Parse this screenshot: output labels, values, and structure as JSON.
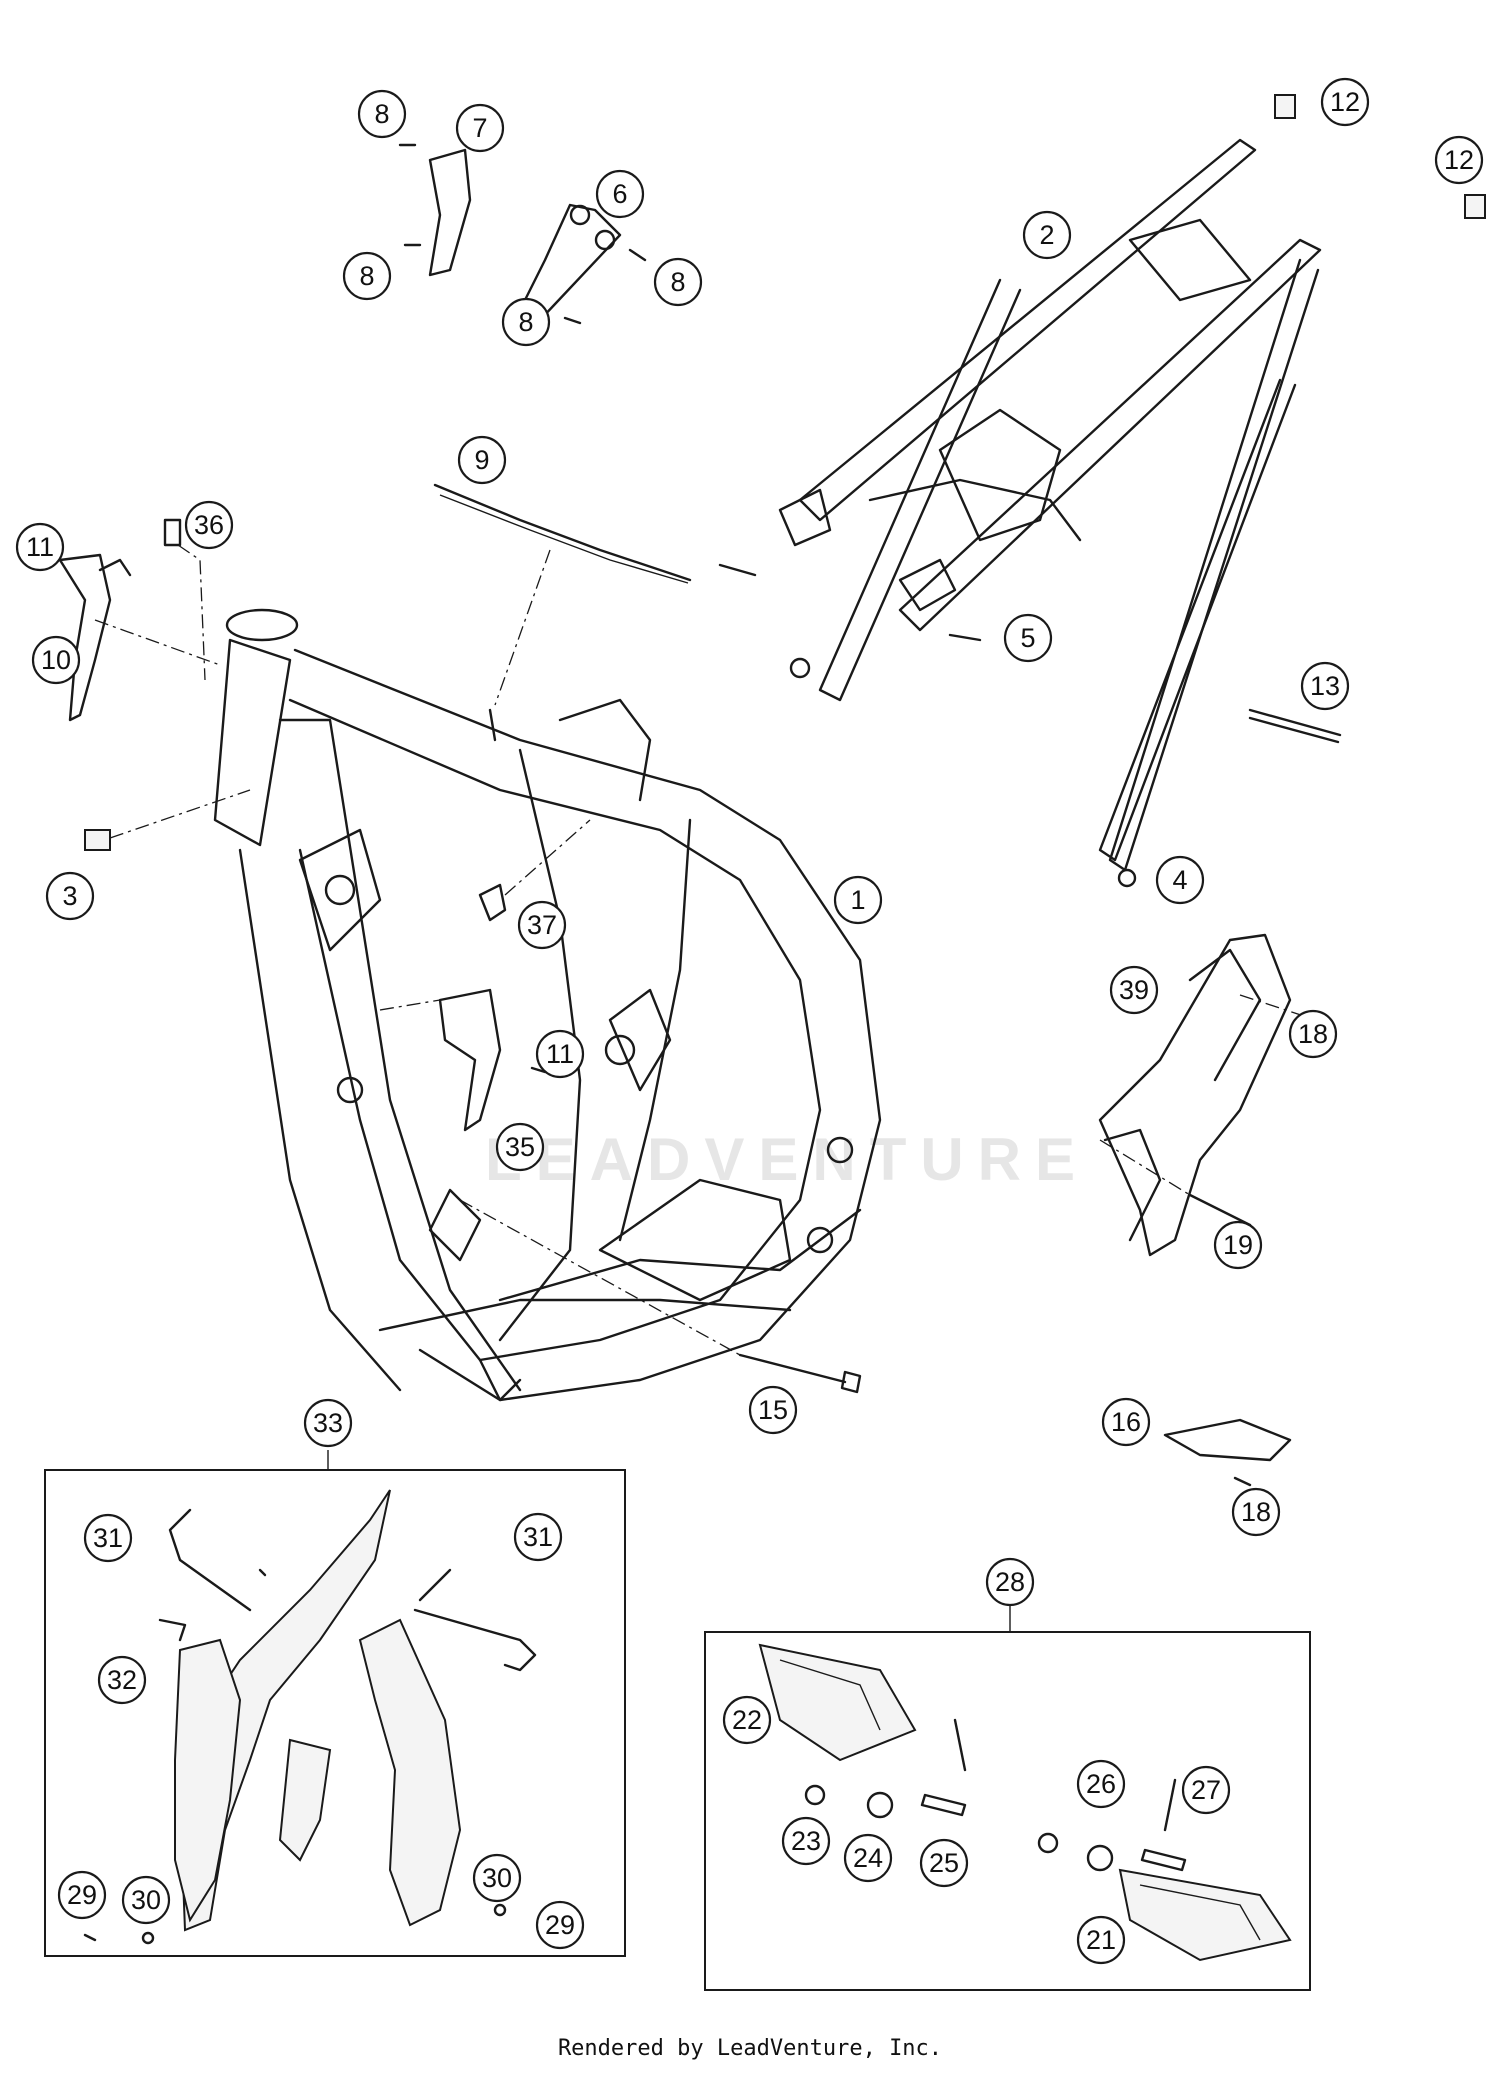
{
  "watermark": "LEADVENTURE",
  "footer": "Rendered by LeadVenture, Inc.",
  "callouts": [
    "1",
    "2",
    "3",
    "4",
    "5",
    "6",
    "7",
    "8",
    "8",
    "8",
    "8",
    "9",
    "10",
    "11",
    "11",
    "12",
    "12",
    "13",
    "15",
    "16",
    "18",
    "18",
    "19",
    "21",
    "22",
    "23",
    "24",
    "25",
    "26",
    "27",
    "28",
    "29",
    "29",
    "30",
    "30",
    "31",
    "31",
    "32",
    "33",
    "35",
    "36",
    "37",
    "39"
  ],
  "groups": {
    "frame_protector_kit": "33",
    "footrest_kit": "28"
  }
}
